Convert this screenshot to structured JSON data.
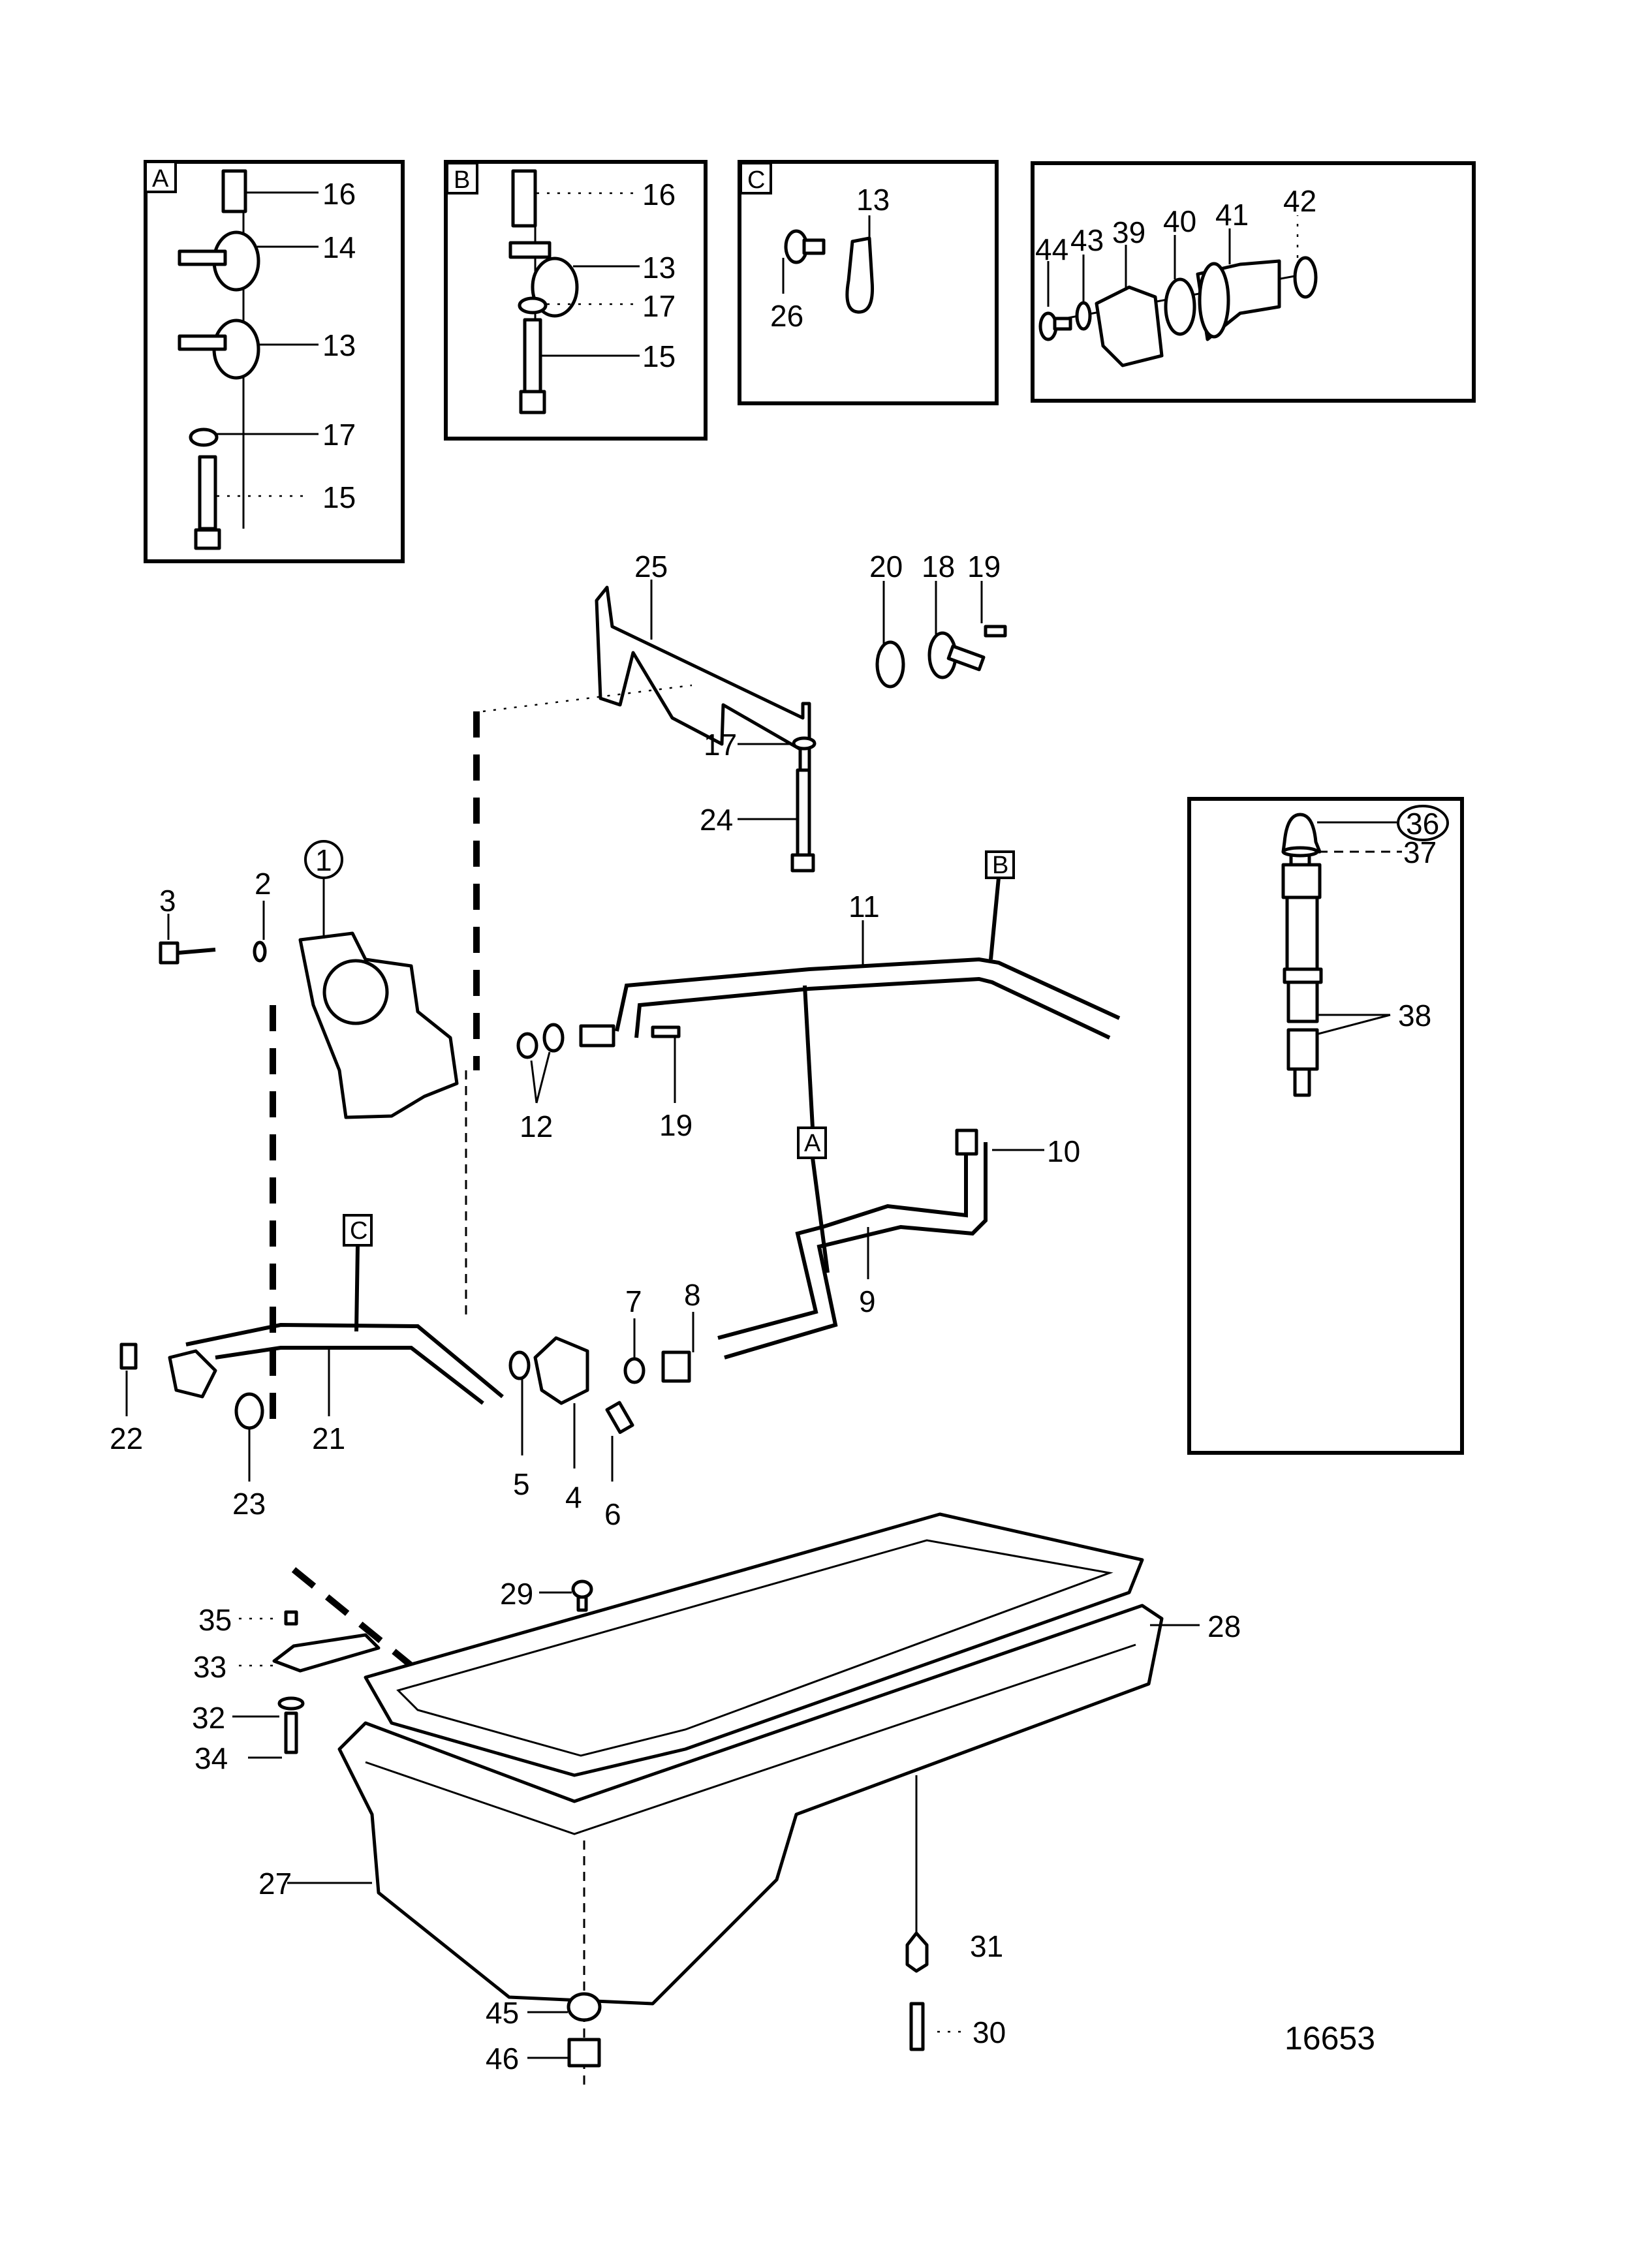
{
  "drawing_number": "16653",
  "detail_boxes": {
    "A": {
      "tag": "A",
      "callouts": [
        "16",
        "14",
        "13",
        "17",
        "15"
      ]
    },
    "B": {
      "tag": "B",
      "callouts": [
        "16",
        "13",
        "17",
        "15"
      ]
    },
    "C": {
      "tag": "C",
      "callouts": [
        "13",
        "26"
      ]
    },
    "D": {
      "callouts": [
        "44",
        "43",
        "39",
        "40",
        "41",
        "42"
      ]
    },
    "E": {
      "callouts": [
        "36",
        "37",
        "38"
      ]
    }
  },
  "pipe_tags": {
    "A": "A",
    "B": "B",
    "C": "C"
  },
  "callouts": {
    "p1": "1",
    "p2": "2",
    "p3": "3",
    "p4": "4",
    "p5": "5",
    "p6": "6",
    "p7": "7",
    "p8": "8",
    "p9": "9",
    "p10": "10",
    "p11": "11",
    "p12": "12",
    "p17": "17",
    "p18": "18",
    "p19a": "19",
    "p19b": "19",
    "p20": "20",
    "p21": "21",
    "p22": "22",
    "p23": "23",
    "p24": "24",
    "p25": "25",
    "p27": "27",
    "p28": "28",
    "p29": "29",
    "p30": "30",
    "p31": "31",
    "p32": "32",
    "p33": "33",
    "p34": "34",
    "p35": "35",
    "p45": "45",
    "p46": "46"
  },
  "circled_callouts": [
    "1",
    "36"
  ]
}
